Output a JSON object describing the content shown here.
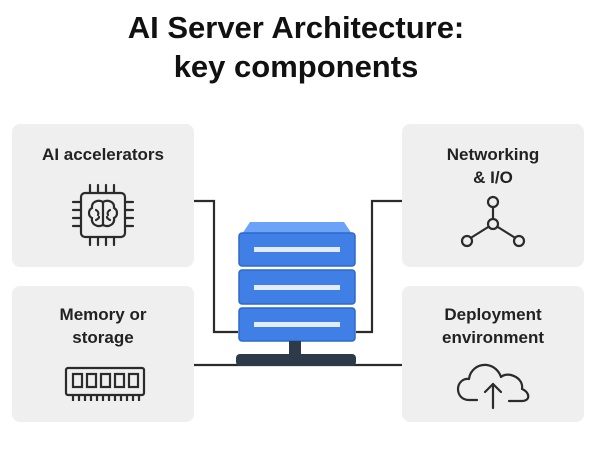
{
  "title": {
    "line1": "AI Server Architecture:",
    "line2": "key components"
  },
  "cards": {
    "accelerators": {
      "label": "AI accelerators",
      "icon": "chip-brain-icon"
    },
    "networking": {
      "label_line1": "Networking",
      "label_line2": "& I/O",
      "icon": "network-node-icon"
    },
    "memory": {
      "label_line1": "Memory or",
      "label_line2": "storage",
      "icon": "memory-module-icon"
    },
    "deployment": {
      "label_line1": "Deployment",
      "label_line2": "environment",
      "icon": "cloud-upload-icon"
    }
  },
  "server": {
    "icon": "server-rack-icon",
    "colors": {
      "top": "#4a8df5",
      "body": "#3b77e0",
      "slot": "#dfe9fb",
      "stand": "#2d3a4a"
    }
  },
  "colors": {
    "card_bg": "#efefef",
    "line": "#2b2b2b"
  }
}
